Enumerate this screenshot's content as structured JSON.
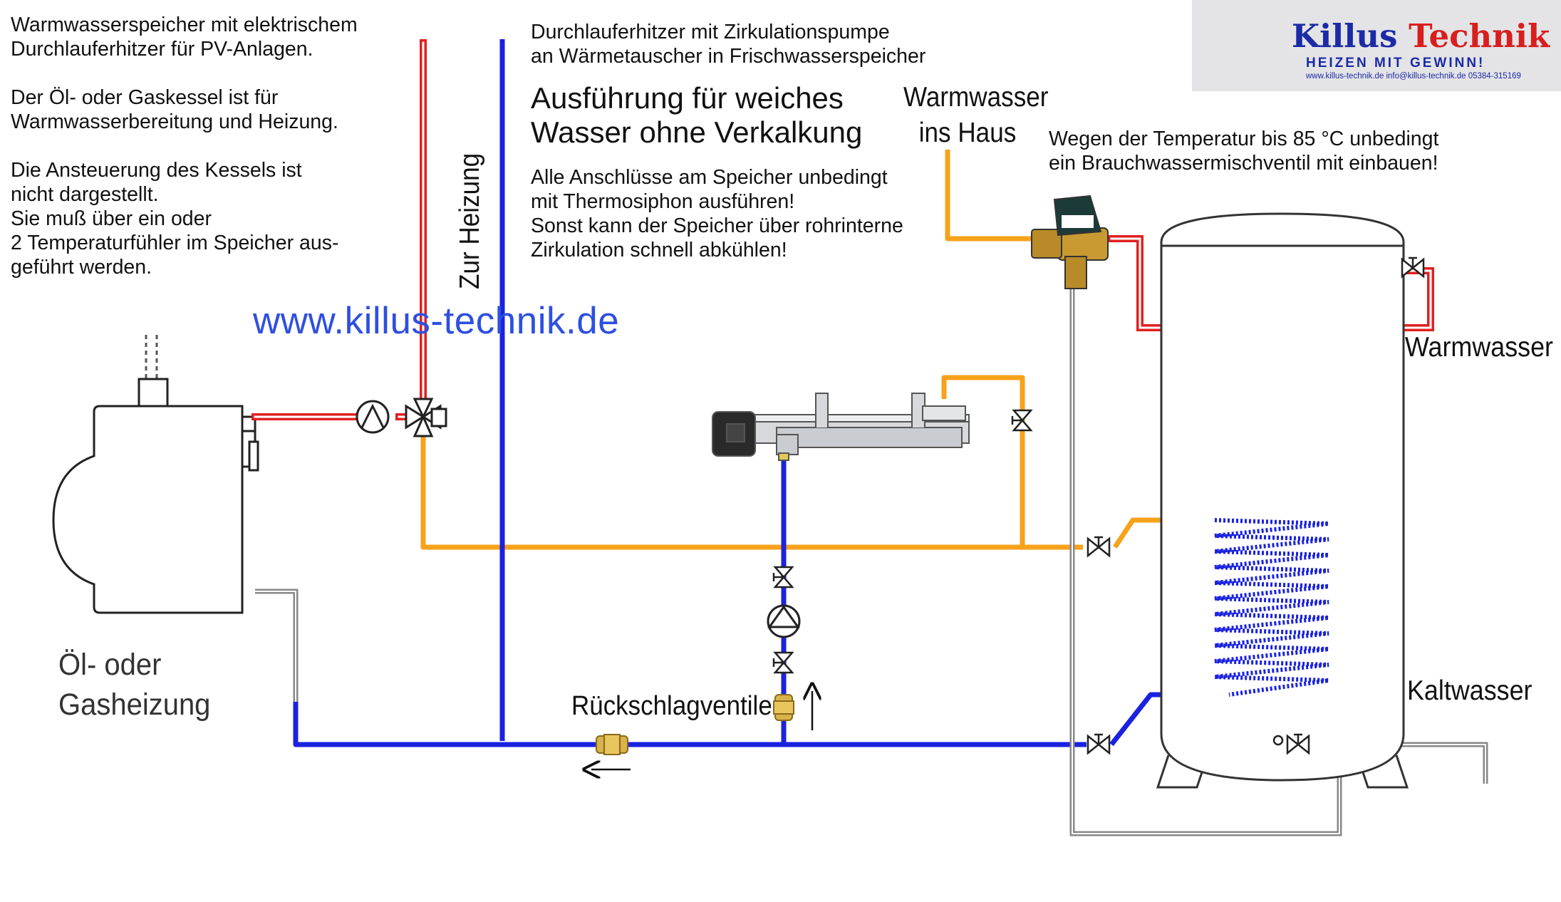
{
  "intro_lines": [
    "Warmwasserspeicher mit elektrischem",
    "Durchlauferhitzer für PV-Anlagen.",
    "",
    "Der Öl- oder Gaskessel ist für",
    "Warmwasserbereitung und Heizung.",
    "",
    "Die Ansteuerung des Kessels ist",
    "nicht dargestellt.",
    "Sie muß über ein oder",
    "2 Temperaturfühler im Speicher aus-",
    "geführt werden."
  ],
  "center_heading": [
    "Durchlauferhitzer mit Zirkulationspumpe",
    "an Wärmetauscher in Frischwasserspeicher"
  ],
  "big_heading": [
    "Ausführung für weiches",
    "Wasser ohne Verkalkung"
  ],
  "rules_text": [
    "Alle Anschlüsse am Speicher unbedingt",
    "mit Thermosiphon ausführen!",
    "Sonst kann der Speicher über rohrinterne",
    "Zirkulation schnell abkühlen!"
  ],
  "warmwasser_haus": [
    "Warmwasser",
    "ins Haus"
  ],
  "temperature_note": [
    "Wegen der Temperatur bis 85 °C unbedingt",
    "ein Brauchwassermischventil mit einbauen!"
  ],
  "zur_heizung": "Zur Heizung",
  "website": "www.killus-technik.de",
  "label_warmwasser": "Warmwasser",
  "label_kaltwasser": "Kaltwasser",
  "label_heizung": [
    "Öl- oder",
    "Gasheizung"
  ],
  "label_rueckschlag": "Rückschlagventile",
  "logo": {
    "name_part1": "Killus",
    "name_part2": "Technik",
    "slogan": "HEIZEN MIT GEWINN!",
    "contact": "www.killus-technik.de  info@killus-technik.de  05384-315169"
  },
  "arrow_up": "↑",
  "arrow_left": "←",
  "colors": {
    "hot_pipe": "#e02020",
    "heating_pipe": "#f7a21b",
    "cold_pipe": "#1a22e0",
    "gray_pipe": "#8a8a8a",
    "logo_blue": "#1b2aa6",
    "logo_red": "#d81e1e"
  }
}
